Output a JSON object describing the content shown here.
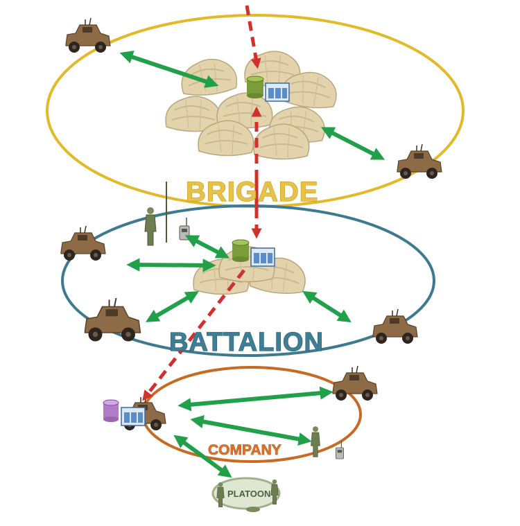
{
  "labels": {
    "brigade": "BRIGADE",
    "battalion": "BATTALION",
    "company": "COMPANY",
    "platoon": "PLATOON"
  },
  "colors": {
    "brigade_ring": "#e2b928",
    "battalion_ring": "#3d7a8f",
    "company_ring": "#c96a24",
    "link_arrow": "#21a04a",
    "data_flow": "#d0312d",
    "tent": "#e3d3ad",
    "vehicle": "#8c6b46",
    "database": "#7a9c3a",
    "company_database": "#b07cc6",
    "platoon_ring": "#9fb08a"
  },
  "icons": [
    "command-post-tent",
    "military-vehicle",
    "database-icon",
    "computer-screens-icon",
    "soldier-icon",
    "radio-icon"
  ]
}
